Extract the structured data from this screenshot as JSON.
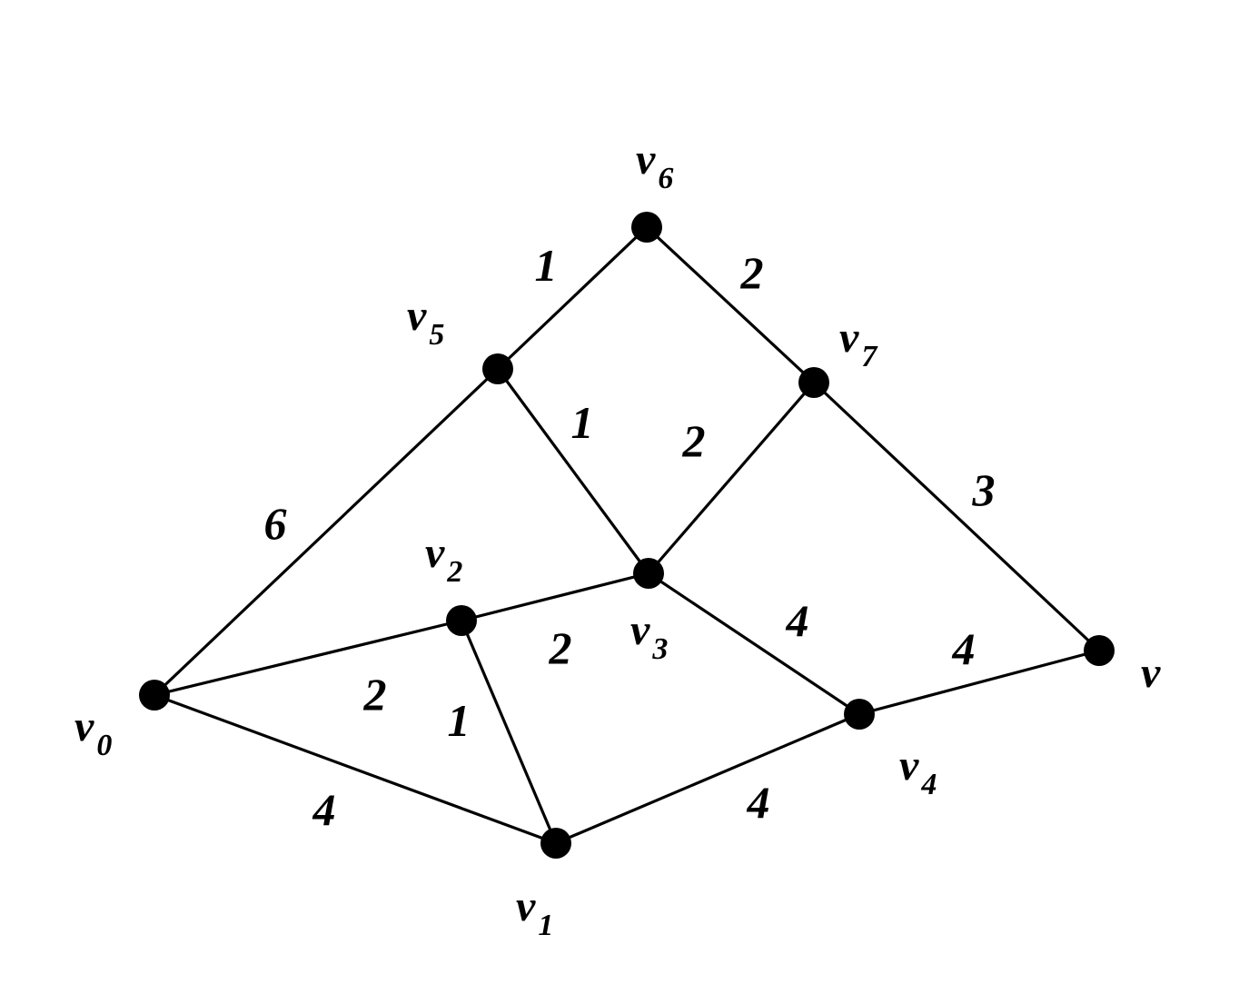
{
  "graph": {
    "vertices": [
      {
        "id": "v0",
        "base": "v",
        "sub": "0"
      },
      {
        "id": "v1",
        "base": "v",
        "sub": "1"
      },
      {
        "id": "v2",
        "base": "v",
        "sub": "2"
      },
      {
        "id": "v3",
        "base": "v",
        "sub": "3"
      },
      {
        "id": "v4",
        "base": "v",
        "sub": "4"
      },
      {
        "id": "v5",
        "base": "v",
        "sub": "5"
      },
      {
        "id": "v6",
        "base": "v",
        "sub": "6"
      },
      {
        "id": "v7",
        "base": "v",
        "sub": "7"
      },
      {
        "id": "v",
        "base": "v",
        "sub": ""
      }
    ],
    "edges": [
      {
        "from": "v0",
        "to": "v5",
        "weight": "6"
      },
      {
        "from": "v0",
        "to": "v2",
        "weight": "2"
      },
      {
        "from": "v0",
        "to": "v1",
        "weight": "4"
      },
      {
        "from": "v2",
        "to": "v1",
        "weight": "1"
      },
      {
        "from": "v2",
        "to": "v3",
        "weight": "2"
      },
      {
        "from": "v5",
        "to": "v6",
        "weight": "1"
      },
      {
        "from": "v5",
        "to": "v3",
        "weight": "1"
      },
      {
        "from": "v6",
        "to": "v7",
        "weight": "2"
      },
      {
        "from": "v7",
        "to": "v3",
        "weight": "2"
      },
      {
        "from": "v7",
        "to": "v",
        "weight": "3"
      },
      {
        "from": "v3",
        "to": "v4",
        "weight": "4"
      },
      {
        "from": "v1",
        "to": "v4",
        "weight": "4"
      },
      {
        "from": "v4",
        "to": "v",
        "weight": "4"
      }
    ]
  }
}
